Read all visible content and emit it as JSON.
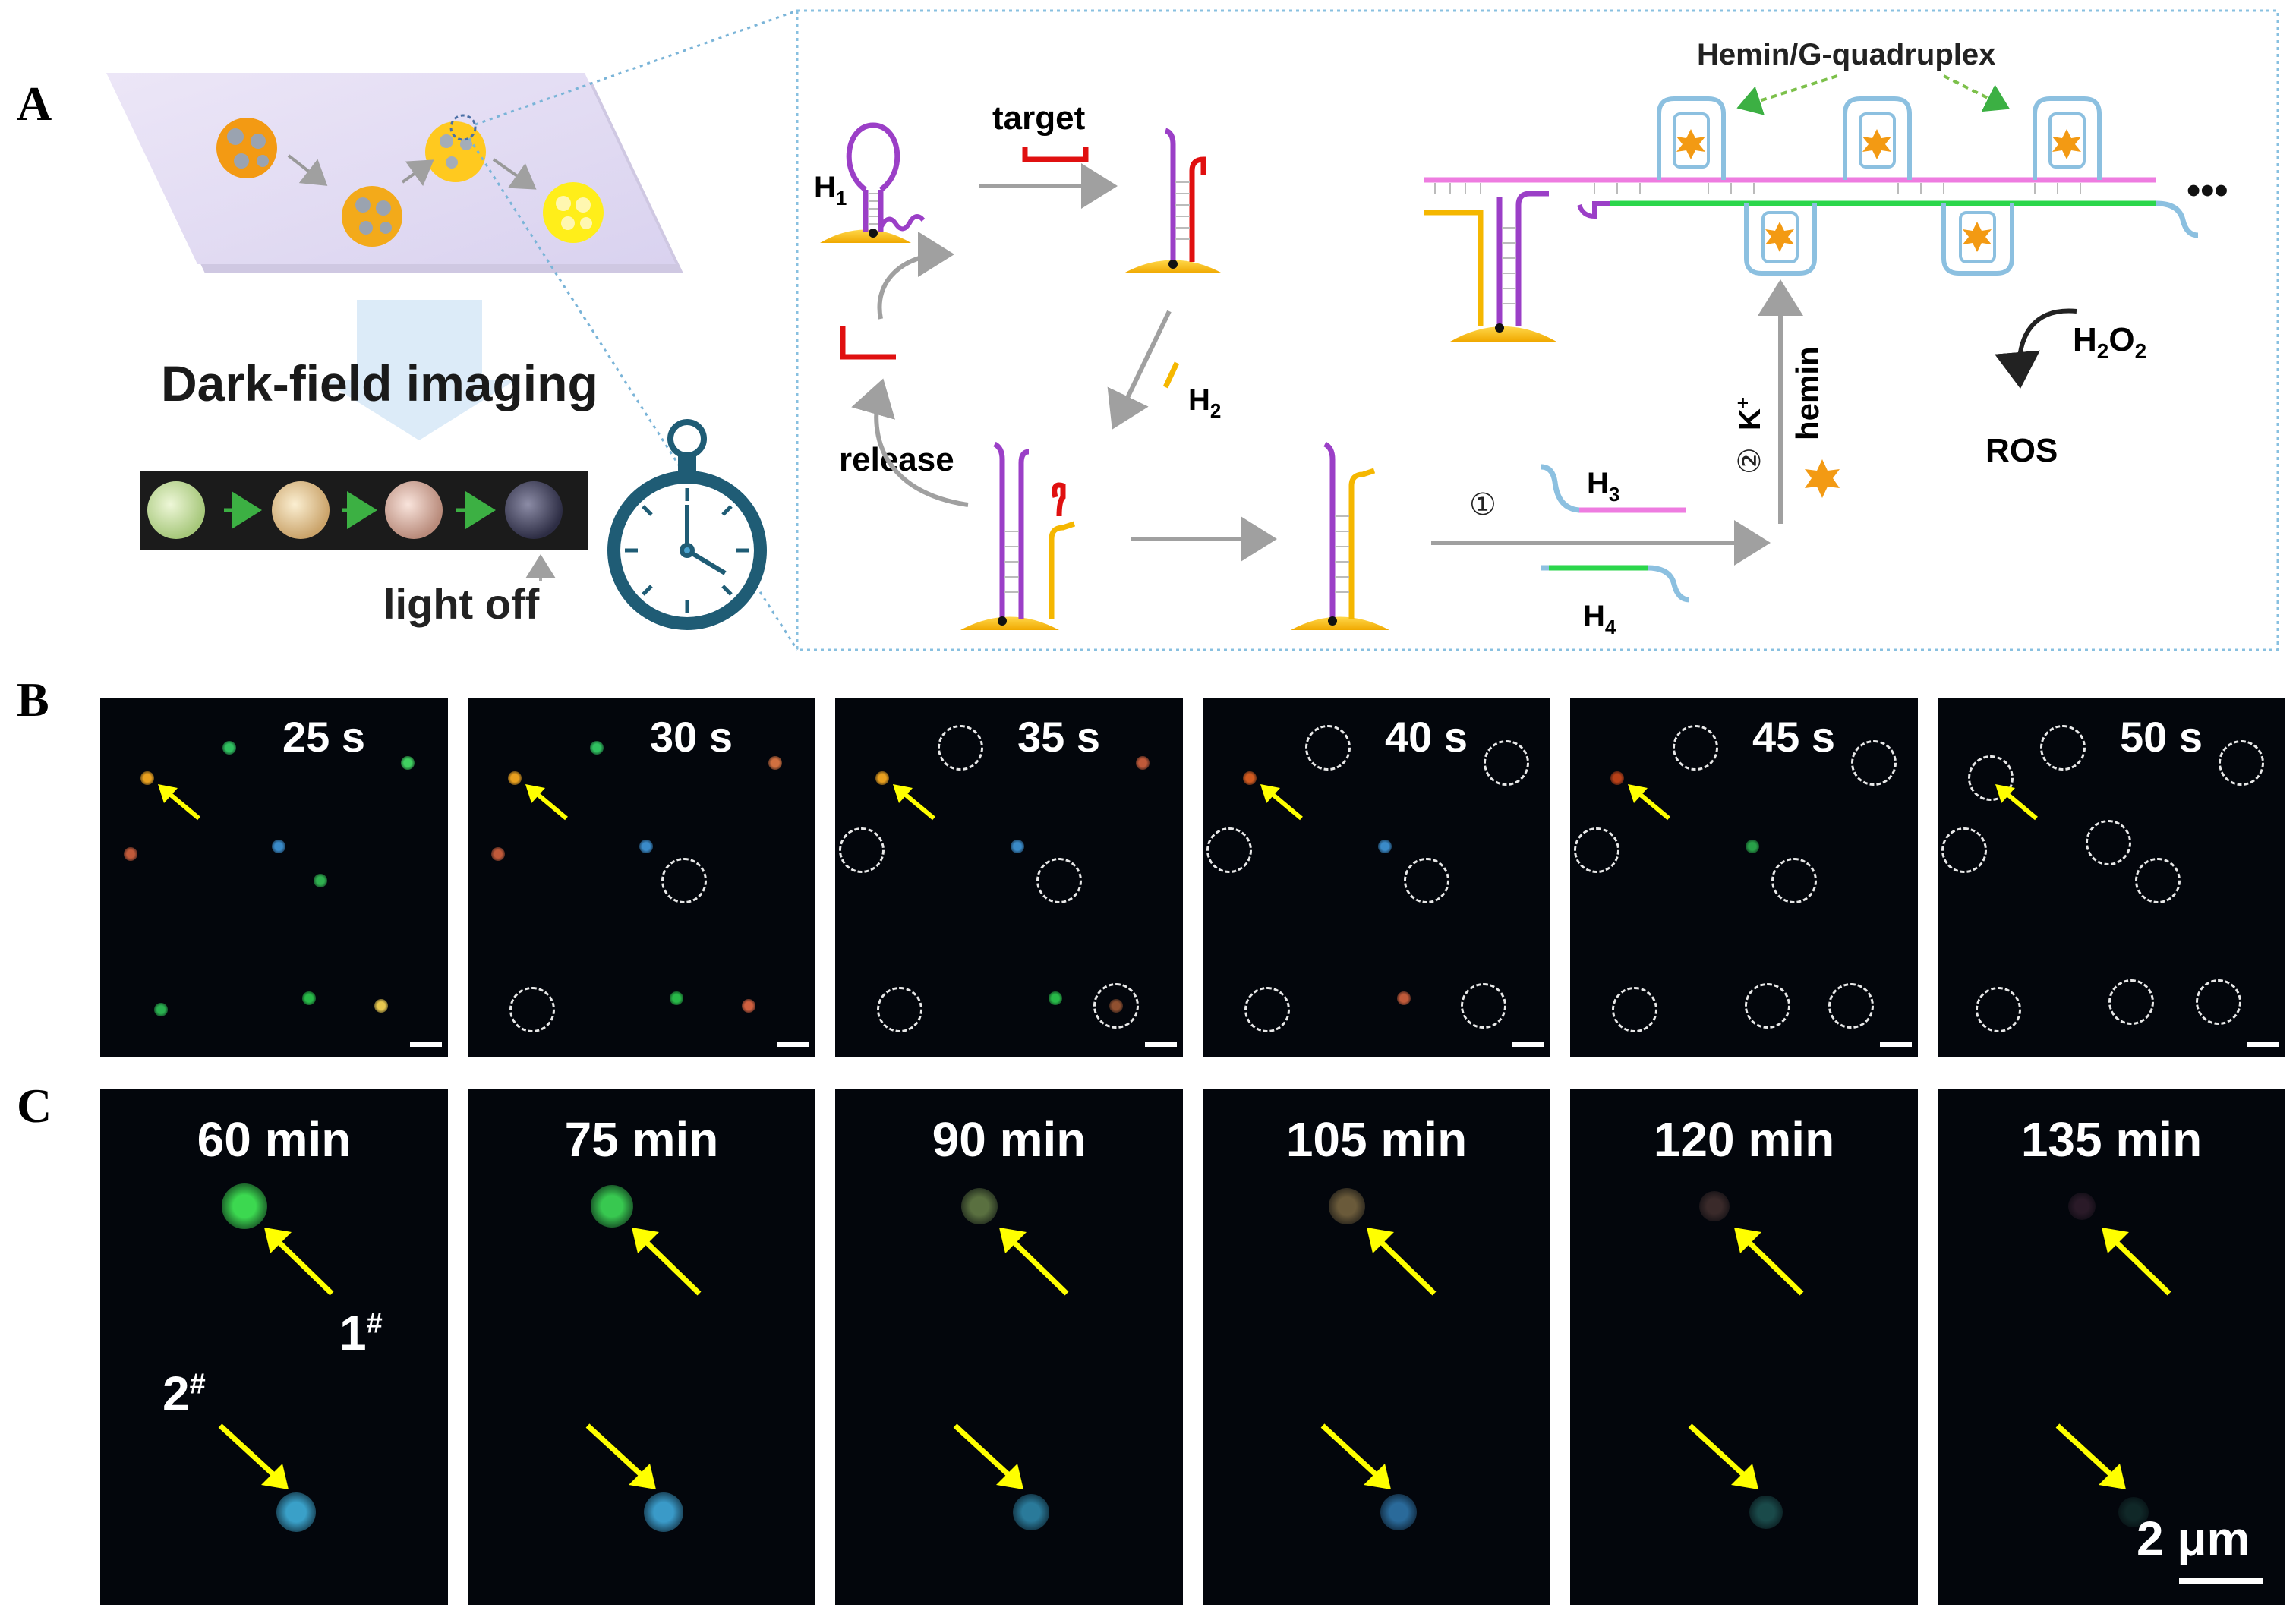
{
  "panels": {
    "a": "A",
    "b": "B",
    "c": "C"
  },
  "schematic": {
    "dark_field_title": "Dark-field imaging",
    "light_off": "light off",
    "target": "target",
    "h1_main": "H",
    "h1_sub": "1",
    "h2_main": "H",
    "h2_sub": "2",
    "h3_main": "H",
    "h3_sub": "3",
    "h4_main": "H",
    "h4_sub": "4",
    "release": "release",
    "hemin_g": "Hemin/G-quadruplex",
    "step1": "①",
    "step2": "②",
    "k_main": "K",
    "k_sup": "+",
    "hemin": "hemin",
    "h2o2_a": "H",
    "h2o2_b": "2",
    "h2o2_c": "O",
    "h2o2_d": "2",
    "ros": "ROS",
    "ellipsis": "•••"
  },
  "row_b": {
    "times": [
      "25 s",
      "30 s",
      "35 s",
      "40 s",
      "45 s",
      "50 s"
    ]
  },
  "row_c": {
    "times": [
      "60 min",
      "75 min",
      "90 min",
      "105 min",
      "120 min",
      "135 min"
    ],
    "label1": "1",
    "label1_sup": "#",
    "label2": "2",
    "label2_sup": "#",
    "scale_bar": "2 μm"
  },
  "colors": {
    "gold": "#f5b700",
    "purple": "#9b3fc7",
    "pink": "#ee7ce0",
    "green": "#2bd64b",
    "blue": "#8cc0e0",
    "red": "#e01010",
    "arrow_gray": "#a0a0a0",
    "yellow_arrow": "#ffff00"
  }
}
